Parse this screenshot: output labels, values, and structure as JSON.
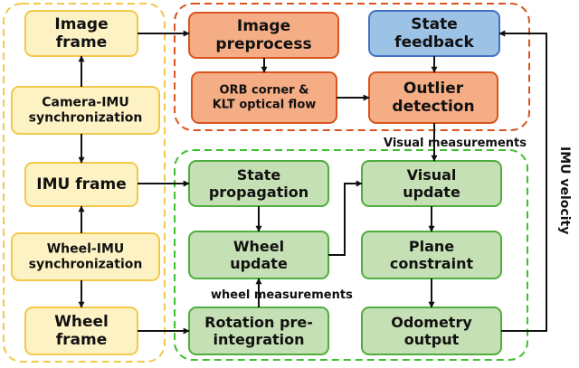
{
  "colors": {
    "yellow_fill": "#fdf2c4",
    "yellow_stroke": "#f3c84b",
    "yellow_group": "#f3c84b",
    "orange_fill": "#f5ad85",
    "orange_stroke": "#d9541e",
    "orange_group": "#d9541e",
    "blue_fill": "#9cc2e6",
    "blue_stroke": "#4472c4",
    "green_fill": "#c5e0b4",
    "green_stroke": "#4fae3d",
    "green_group": "#3fbf2f",
    "arrow": "#111111"
  },
  "boxes": {
    "image_frame": [
      "Image",
      "frame"
    ],
    "camera_imu_sync": [
      "Camera-IMU",
      "synchronization"
    ],
    "imu_frame": [
      "IMU frame"
    ],
    "wheel_imu_sync": [
      "Wheel-IMU",
      "synchronization"
    ],
    "wheel_frame": [
      "Wheel",
      "frame"
    ],
    "image_preprocess": [
      "Image",
      "preprocess"
    ],
    "state_feedback": [
      "State",
      "feedback"
    ],
    "orb_klt": [
      "ORB corner &",
      "KLT optical flow"
    ],
    "outlier_detection": [
      "Outlier",
      "detection"
    ],
    "state_propagation": [
      "State",
      "propagation"
    ],
    "visual_update": [
      "Visual",
      "update"
    ],
    "wheel_update": [
      "Wheel",
      "update"
    ],
    "plane_constraint": [
      "Plane",
      "constraint"
    ],
    "rotation_preintegration": [
      "Rotation pre-",
      "integration"
    ],
    "odometry_output": [
      "Odometry",
      "output"
    ]
  },
  "labels": {
    "visual_measurements": "Visual measurements",
    "wheel_measurements": "wheel measurements",
    "imu_velocity": "IMU velocity"
  }
}
